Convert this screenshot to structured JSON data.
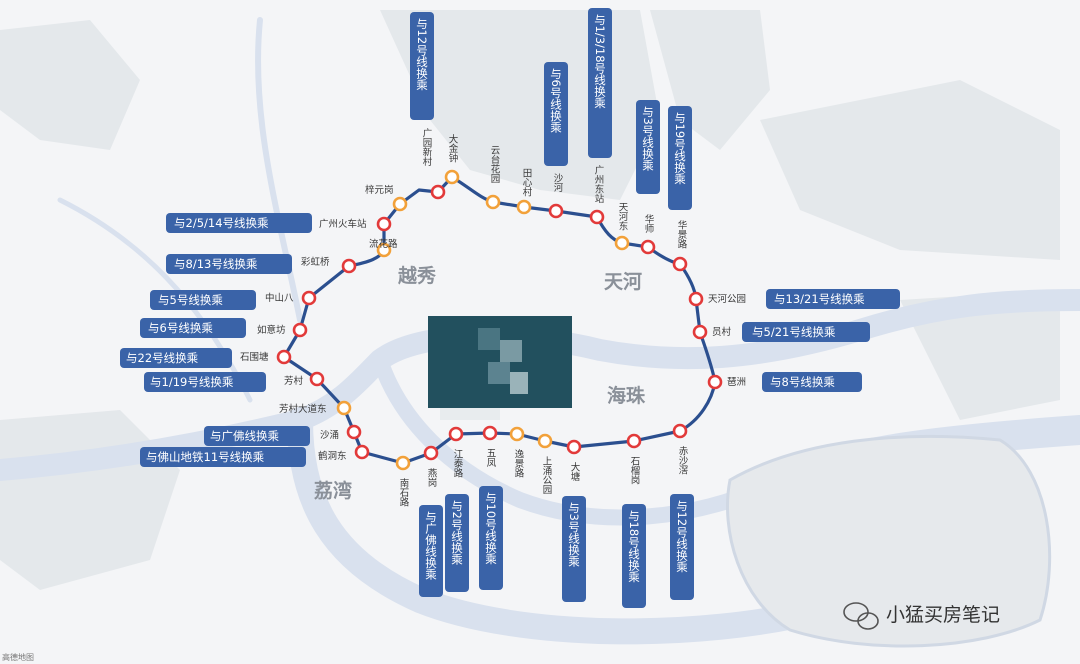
{
  "districts": [
    "越秀",
    "天河",
    "海珠",
    "荔湾"
  ],
  "stations": [
    "广园新村",
    "大金钟",
    "云台花园",
    "田心村",
    "沙河",
    "广州东站",
    "天河东",
    "华师",
    "华景路",
    "天河公园",
    "员村",
    "琶洲",
    "赤沙滘",
    "石榴岗",
    "大塘",
    "上涌公园",
    "逸景路",
    "五凤",
    "江泰路",
    "燕岗",
    "南石路",
    "鹤洞东",
    "沙涌",
    "芳村大道东",
    "芳村",
    "石围塘",
    "如意坊",
    "中山八",
    "彩虹桥",
    "流花路",
    "广州火车站",
    "梓元岗"
  ],
  "transfers": [
    "与12号线换乘",
    "与1/3/18号线换乘",
    "与6号线换乘",
    "与3号线换乘",
    "与19号线换乘",
    "与2/5/14号线换乘",
    "与8/13号线换乘",
    "与5号线换乘",
    "与6号线换乘",
    "与22号线换乘",
    "与1/19号线换乘",
    "与广佛线换乘",
    "与佛山地铁11号线换乘",
    "与13/21号线换乘",
    "与5/21号线换乘",
    "与8号线换乘",
    "与广佛线换乘",
    "与2号线换乘",
    "与10号线换乘",
    "与3号线换乘",
    "与18号线换乘",
    "与12号线换乘"
  ],
  "watermark": "小猛买房笔记",
  "map_credit": "高德地图",
  "colors": {
    "line": "#2b4f8f",
    "transfer_station": "#e23a3a",
    "regular_station": "#f2a13a",
    "tag": "#3a63a8",
    "water": "#dfe6f1",
    "green": "#e3e7ea"
  }
}
